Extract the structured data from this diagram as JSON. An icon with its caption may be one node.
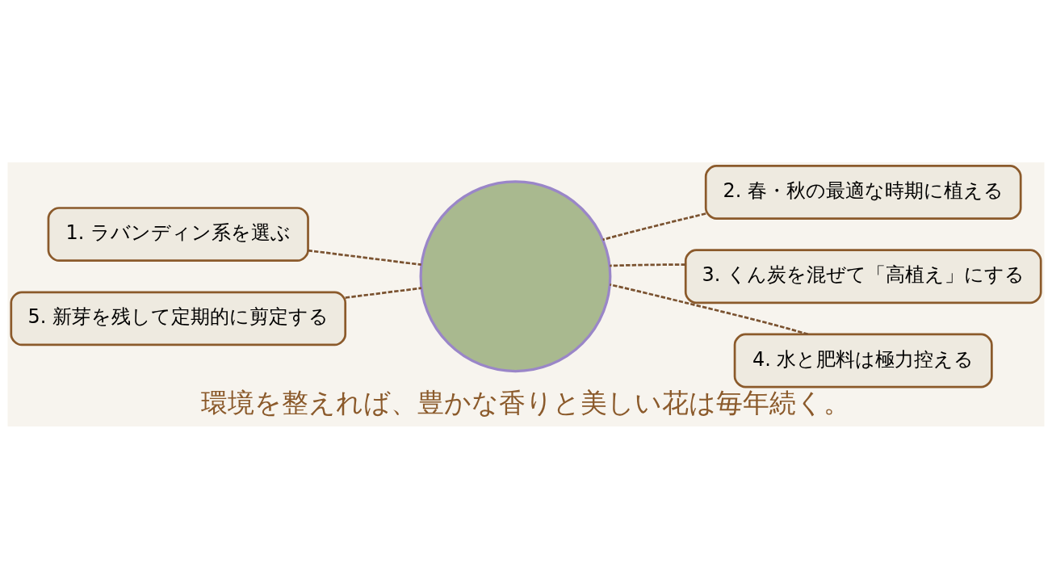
{
  "diagram": {
    "caption": "環境を整えれば、豊かな香りと美しい花は毎年続く。",
    "nodes": [
      {
        "text": [
          "1. ラバンディン系を選ぶ"
        ]
      },
      {
        "text": [
          "2. 春・秋の最適な時期に植える"
        ]
      },
      {
        "text": [
          "3. くん炭を混ぜて「高植え」にする"
        ]
      },
      {
        "text": [
          "4. 水と肥料は極力控える"
        ]
      },
      {
        "text": [
          "5. 新芽を残して定期的に剪定する"
        ]
      },
      {
        "text": [],
        "shape": "circle"
      }
    ],
    "edges": [
      {
        "from": 0,
        "to": 5,
        "arrow": "none",
        "style": "dashed"
      },
      {
        "from": 1,
        "to": 5,
        "arrow": "none",
        "style": "dashed"
      },
      {
        "from": 2,
        "to": 5,
        "arrow": "none",
        "style": "dashed"
      },
      {
        "from": 3,
        "to": 5,
        "arrow": "none",
        "style": "dashed"
      },
      {
        "from": 4,
        "to": 5,
        "arrow": "none",
        "style": "dashed"
      }
    ]
  }
}
